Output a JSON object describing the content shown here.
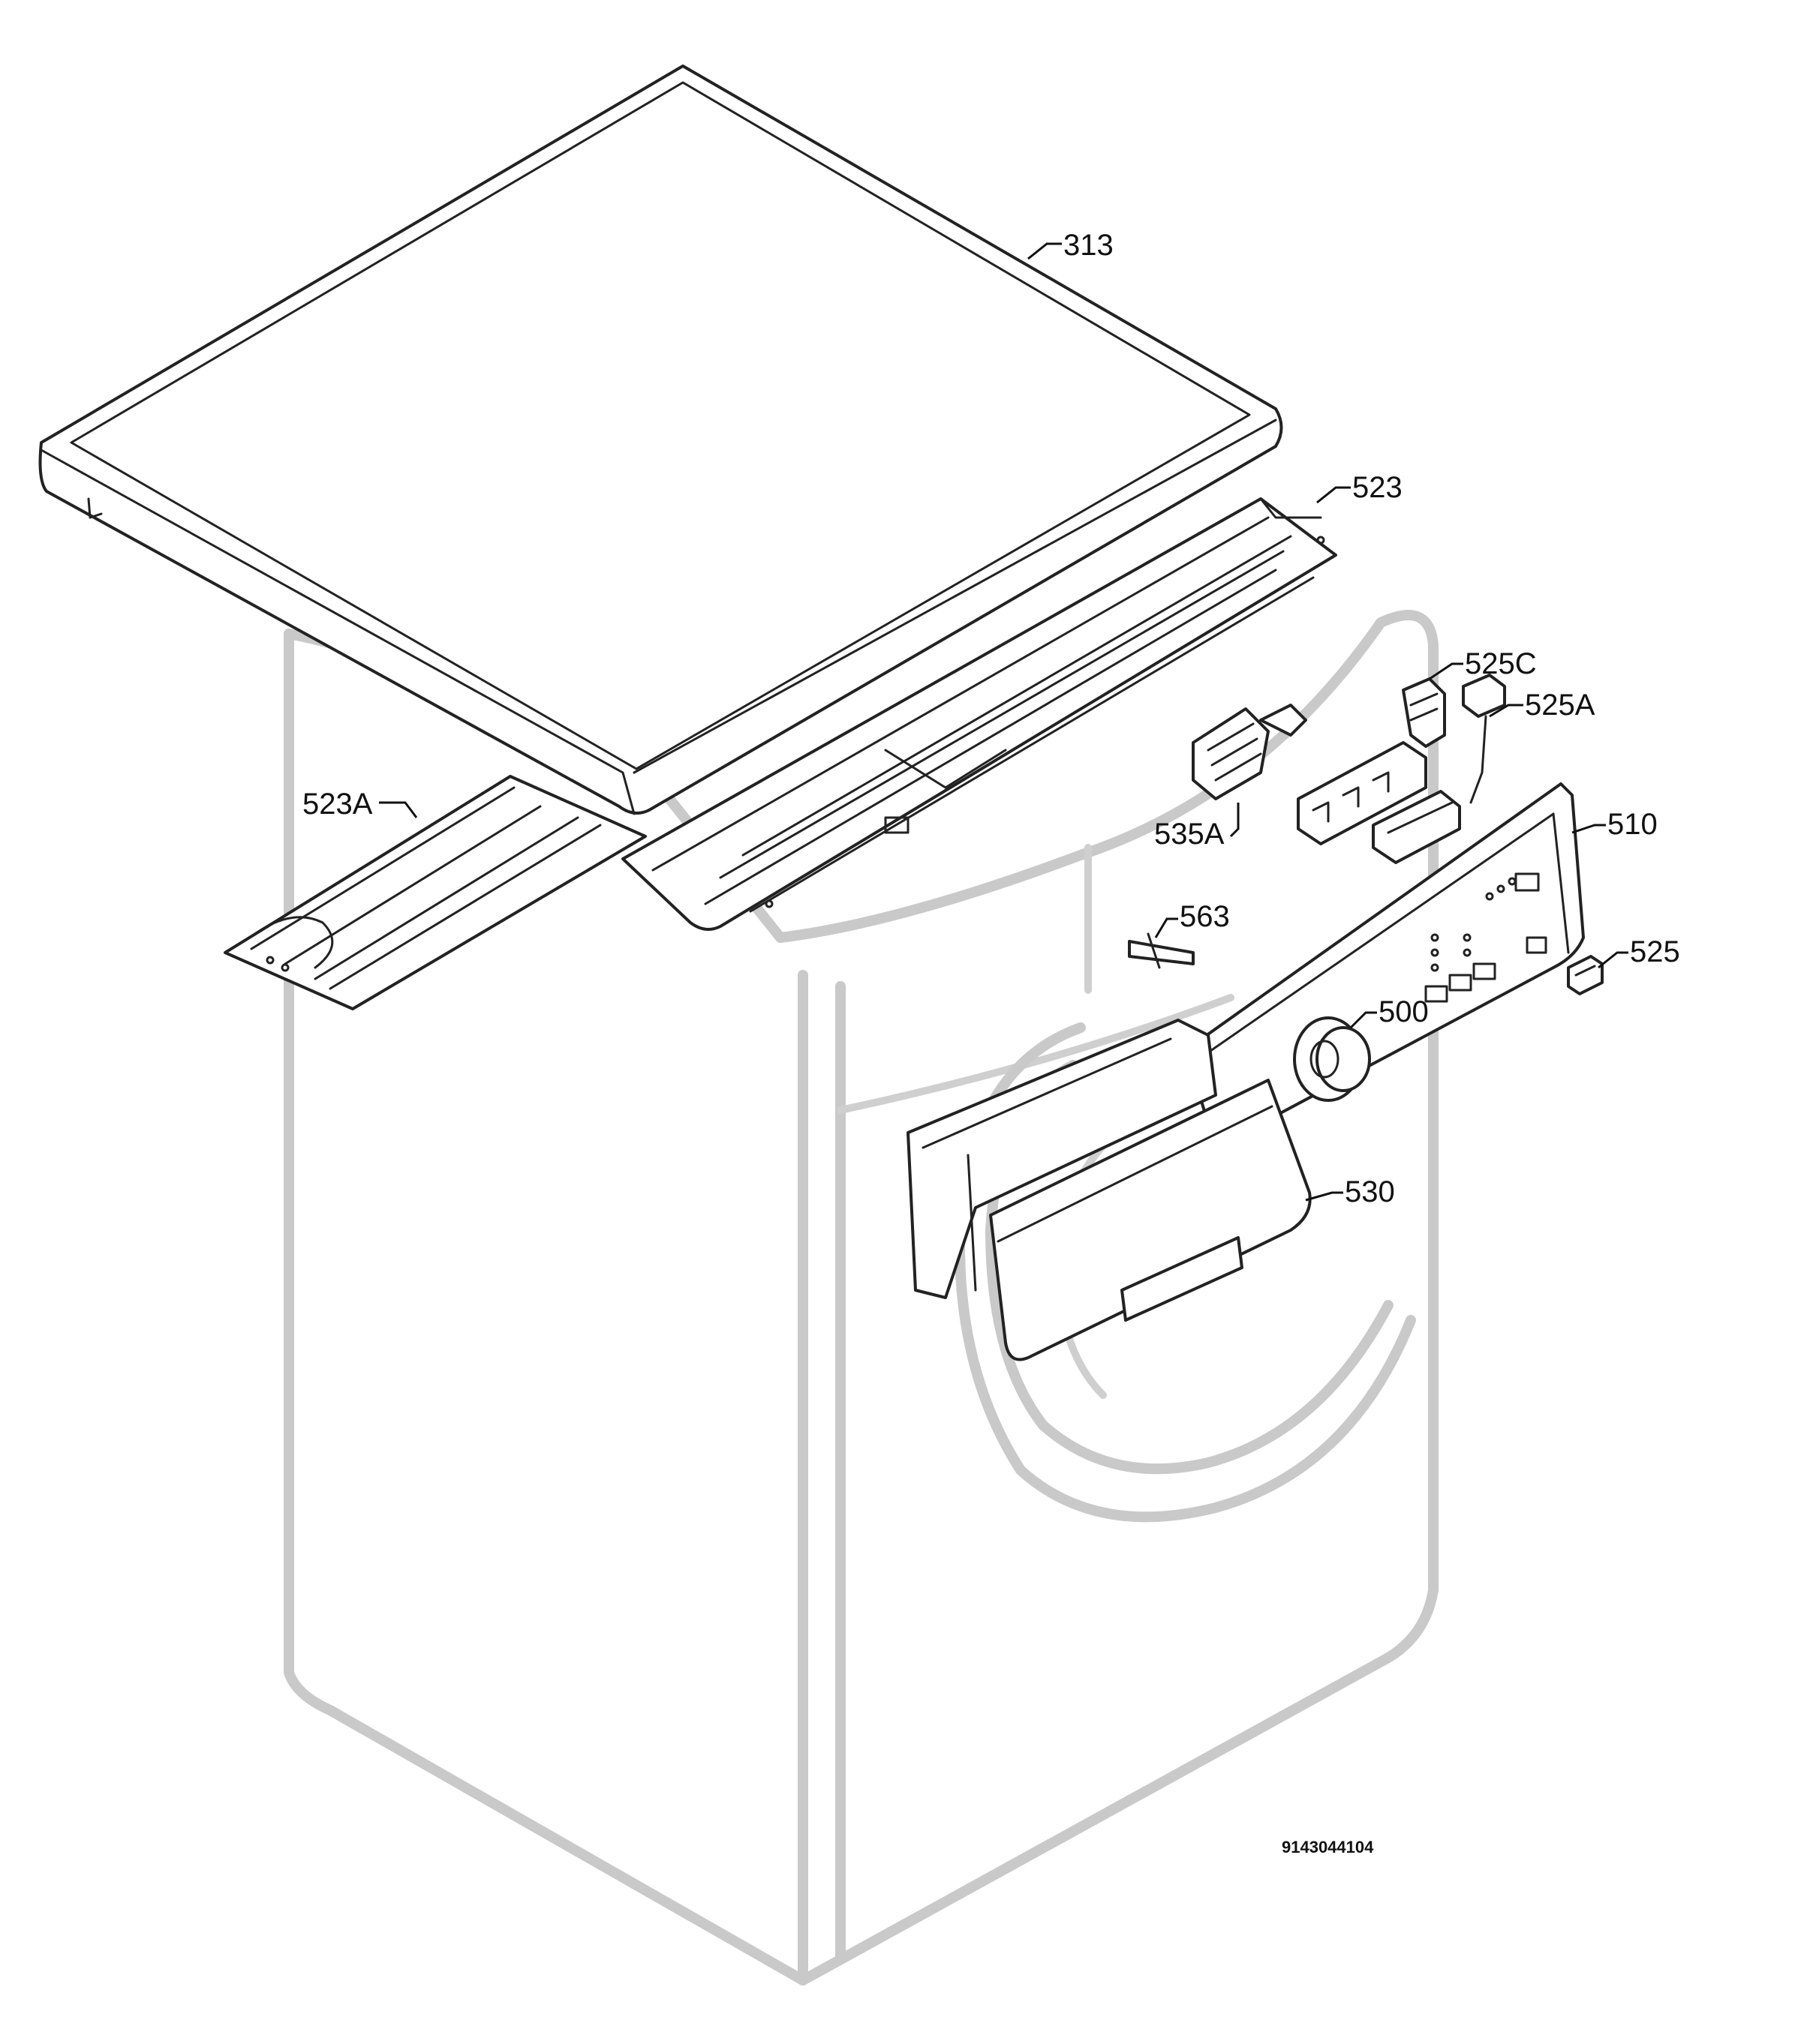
{
  "callouts": {
    "lid": "313",
    "top_rail": "523",
    "side_rail": "523A",
    "board_c": "525C",
    "board_a": "525A",
    "board_535a": "535A",
    "panel": "510",
    "pin": "563",
    "connector": "525",
    "knob": "500",
    "drawer": "530"
  },
  "document_number": "9143044104"
}
